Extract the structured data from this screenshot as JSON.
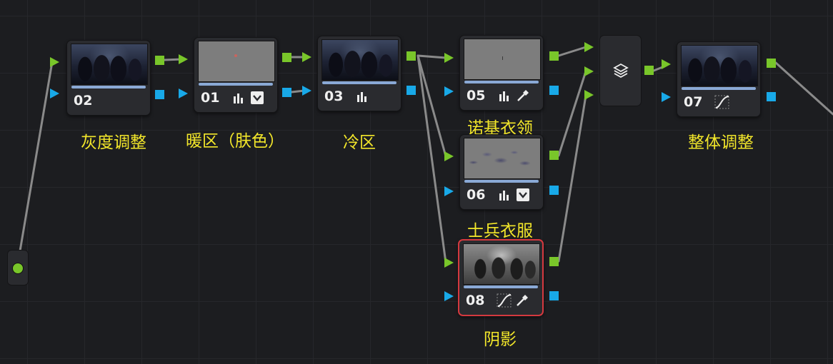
{
  "colors": {
    "canvas_bg": "#1c1d20",
    "node_bg": "#2a2b2f",
    "rgb_port": "#79c62a",
    "key_port": "#18a9e8",
    "wire": "#8a8a8a",
    "label_text": "#f2e62a",
    "selected_border": "#d5393f",
    "node_bar": "#8aa9d6"
  },
  "nodes": [
    {
      "id": "02",
      "number": "02",
      "label": "灰度调整",
      "thumbnail": "scene",
      "tools": [],
      "selected": false
    },
    {
      "id": "01",
      "number": "01",
      "label": "暖区（肤色）",
      "thumbnail": "gray-dot",
      "tools": [
        "histogram-icon",
        "qualifier-icon"
      ],
      "selected": false
    },
    {
      "id": "03",
      "number": "03",
      "label": "冷区",
      "thumbnail": "scene",
      "tools": [
        "histogram-icon"
      ],
      "selected": false
    },
    {
      "id": "05",
      "number": "05",
      "label": "诺基衣领",
      "thumbnail": "gray-tick",
      "tools": [
        "histogram-icon",
        "eyedropper-icon"
      ],
      "selected": false
    },
    {
      "id": "06",
      "number": "06",
      "label": "士兵衣服",
      "thumbnail": "matte",
      "tools": [
        "histogram-icon",
        "qualifier-icon"
      ],
      "selected": false
    },
    {
      "id": "08",
      "number": "08",
      "label": "阴影",
      "thumbnail": "bw",
      "tools": [
        "curves-icon",
        "eyedropper-icon"
      ],
      "selected": true
    },
    {
      "id": "07",
      "number": "07",
      "label": "整体调整",
      "thumbnail": "scene",
      "tools": [
        "curves-icon"
      ],
      "selected": false
    }
  ],
  "layer_mixer": {
    "icon": "layers-icon"
  },
  "source": {
    "icon": "source-port-icon"
  }
}
